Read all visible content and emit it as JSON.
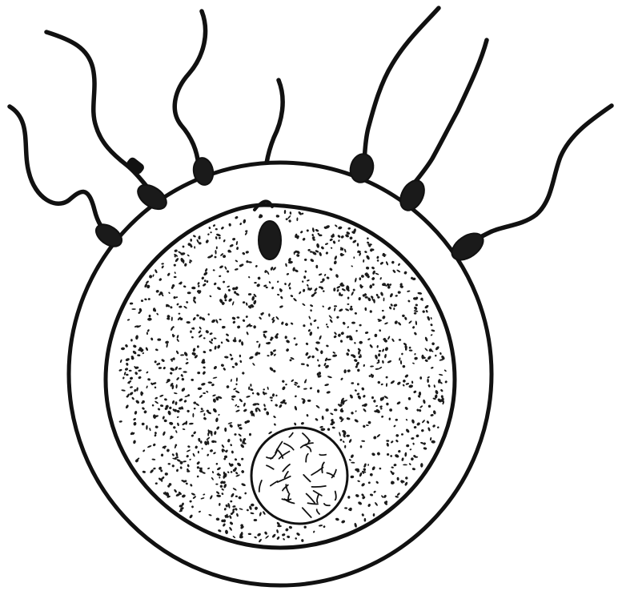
{
  "figure": {
    "subject": "fertilization",
    "palette": {
      "ink": "#111111",
      "paper": "#ffffff",
      "granule": "#1a1a1a"
    },
    "sperm_count": 7,
    "entering_sperm_count": 1
  }
}
